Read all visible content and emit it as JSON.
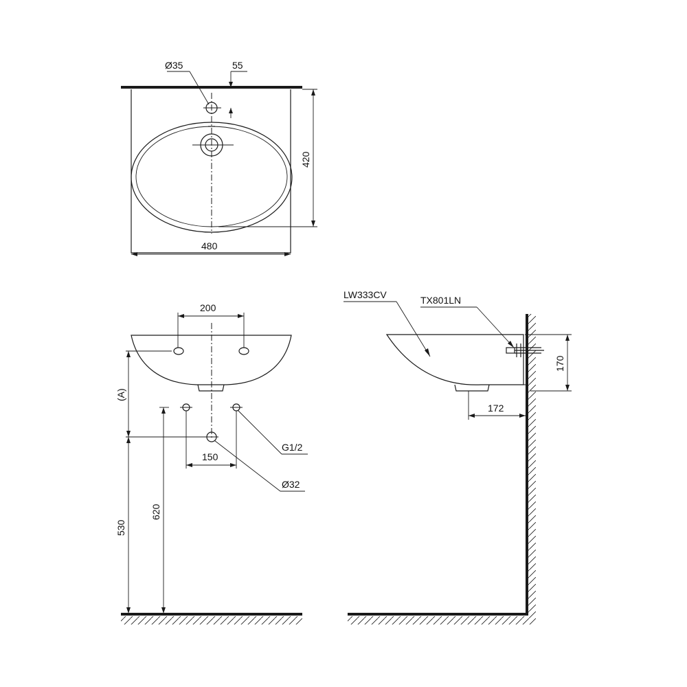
{
  "top_view": {
    "dim_hole_diameter": "Ø35",
    "dim_hole_offset": "55",
    "dim_depth": "420",
    "dim_width": "480"
  },
  "front_view": {
    "dim_tap_spacing": "200",
    "dim_height_a": "(A)",
    "dim_floor_height": "530",
    "dim_drain_height": "620",
    "dim_supply_spacing": "150",
    "label_supply_thread": "G1/2",
    "label_drain_diameter": "Ø32"
  },
  "side_view": {
    "label_basin_model": "LW333CV",
    "label_bracket_model": "TX801LN",
    "dim_height": "170",
    "dim_wall_offset": "172"
  }
}
